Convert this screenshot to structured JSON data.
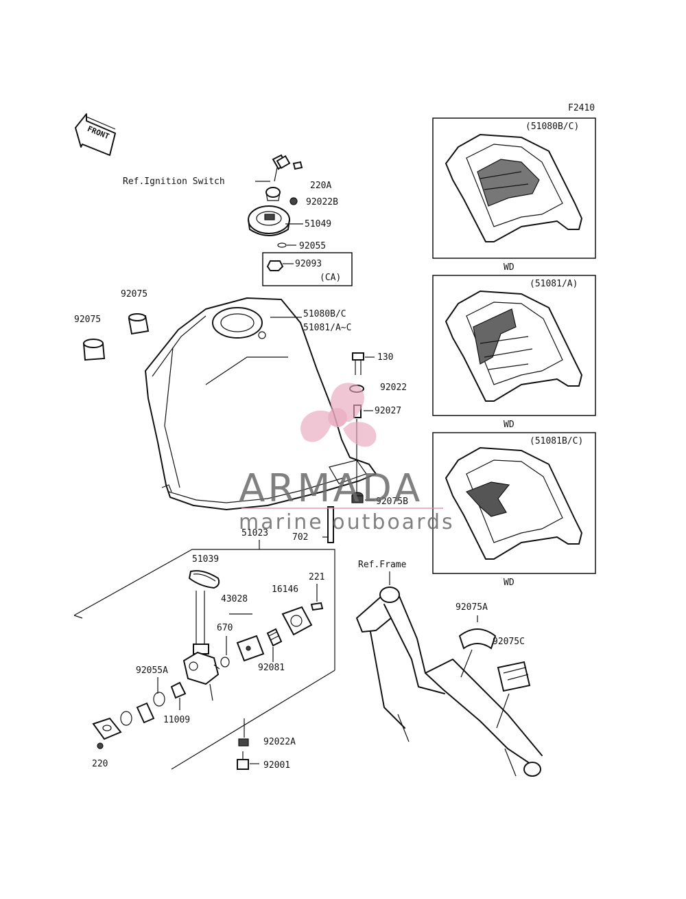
{
  "diagram_code": "F2410",
  "front_label": "FRONT",
  "watermark": {
    "brand": "ARMADA",
    "tagline": "marine outboards",
    "colors": {
      "text": "#6b6b6b",
      "logo": "#e8a6bd",
      "line": "#d98aa8"
    }
  },
  "labels": {
    "ref_ignition": "Ref.Ignition Switch",
    "p220A": "220A",
    "p92022B": "92022B",
    "p51049": "51049",
    "p92055": "92055",
    "p92093": "92093",
    "ca": "(CA)",
    "p92075_a": "92075",
    "p92075_b": "92075",
    "tank_a": "51080B/C",
    "tank_b": "51081/A~C",
    "p130": "130",
    "p92022": "92022",
    "p92027": "92027",
    "p92075B": "92075B",
    "p702": "702",
    "p51023": "51023",
    "p51039": "51039",
    "p221": "221",
    "p16146": "16146",
    "p43028": "43028",
    "p670": "670",
    "p92081": "92081",
    "p92055A": "92055A",
    "p11009": "11009",
    "p92022A": "92022A",
    "p92001": "92001",
    "p220": "220",
    "ref_frame": "Ref.Frame",
    "p92075A": "92075A",
    "p92075C": "92075C"
  },
  "insets": [
    {
      "code": "(51080B/C)",
      "caption": "WD"
    },
    {
      "code": "(51081/A)",
      "caption": "WD"
    },
    {
      "code": "(51081B/C)",
      "caption": "WD"
    }
  ]
}
